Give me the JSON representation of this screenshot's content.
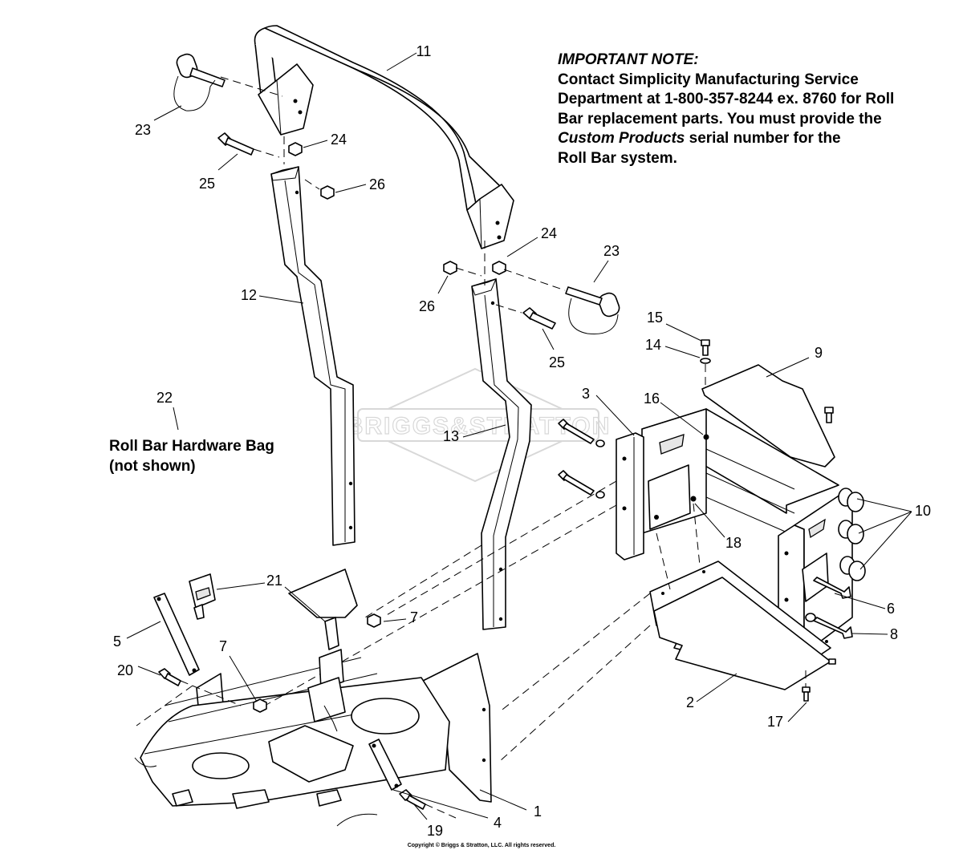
{
  "note": {
    "title": "IMPORTANT NOTE:",
    "line1": "Contact Simplicity Manufacturing Service",
    "line2": "Department at 1-800-357-8244 ex. 8760 for Roll",
    "line3": "Bar replacement parts.  You must provide the",
    "line4_italic": "Custom Products",
    "line4_rest": " serial number for the",
    "line5": "Roll Bar system."
  },
  "hardware_bag": {
    "line1": "Roll Bar Hardware Bag",
    "line2": "(not shown)"
  },
  "watermark": "BRIGGS&STRATTON",
  "copyright": "Copyright © Briggs & Stratton, LLC. All rights reserved.",
  "callouts": {
    "c1": "1",
    "c2": "2",
    "c3": "3",
    "c4": "4",
    "c5": "5",
    "c6": "6",
    "c7a": "7",
    "c7b": "7",
    "c8": "8",
    "c9": "9",
    "c10": "10",
    "c11": "11",
    "c12": "12",
    "c13": "13",
    "c14": "14",
    "c15": "15",
    "c16": "16",
    "c17": "17",
    "c18": "18",
    "c19": "19",
    "c20": "20",
    "c21": "21",
    "c22": "22",
    "c23a": "23",
    "c23b": "23",
    "c24a": "24",
    "c24b": "24",
    "c25a": "25",
    "c25b": "25",
    "c26a": "26",
    "c26b": "26"
  }
}
